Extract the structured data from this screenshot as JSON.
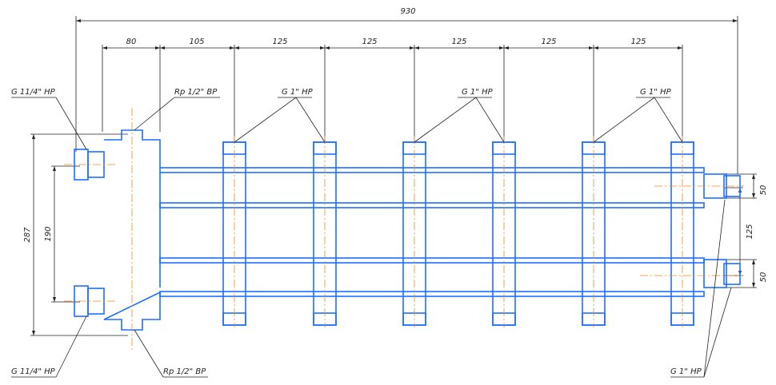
{
  "drawing": {
    "overall_width": "930",
    "spacing_dims": [
      "80",
      "105",
      "125",
      "125",
      "125",
      "125",
      "125"
    ],
    "left_dims": {
      "height": "287",
      "port_spacing": "190"
    },
    "right_dims": {
      "top_port": "50",
      "port_spacing": "125",
      "bottom_port": "50"
    },
    "labels": {
      "inlet_top": "G 11/4\" HP",
      "inlet_bottom": "G 11/4\" HP",
      "socket_top": "Rp 1/2\" BP",
      "socket_bottom": "Rp 1/2\" BP",
      "outlet_pair_1": "G 1\" HP",
      "outlet_pair_2": "G 1\" HP",
      "outlet_pair_3": "G 1\" HP",
      "right_outlets": "G 1\" HP"
    },
    "colors": {
      "part": "#1a6fff",
      "axis": "#f08a1c",
      "dimension": "#222222"
    }
  }
}
